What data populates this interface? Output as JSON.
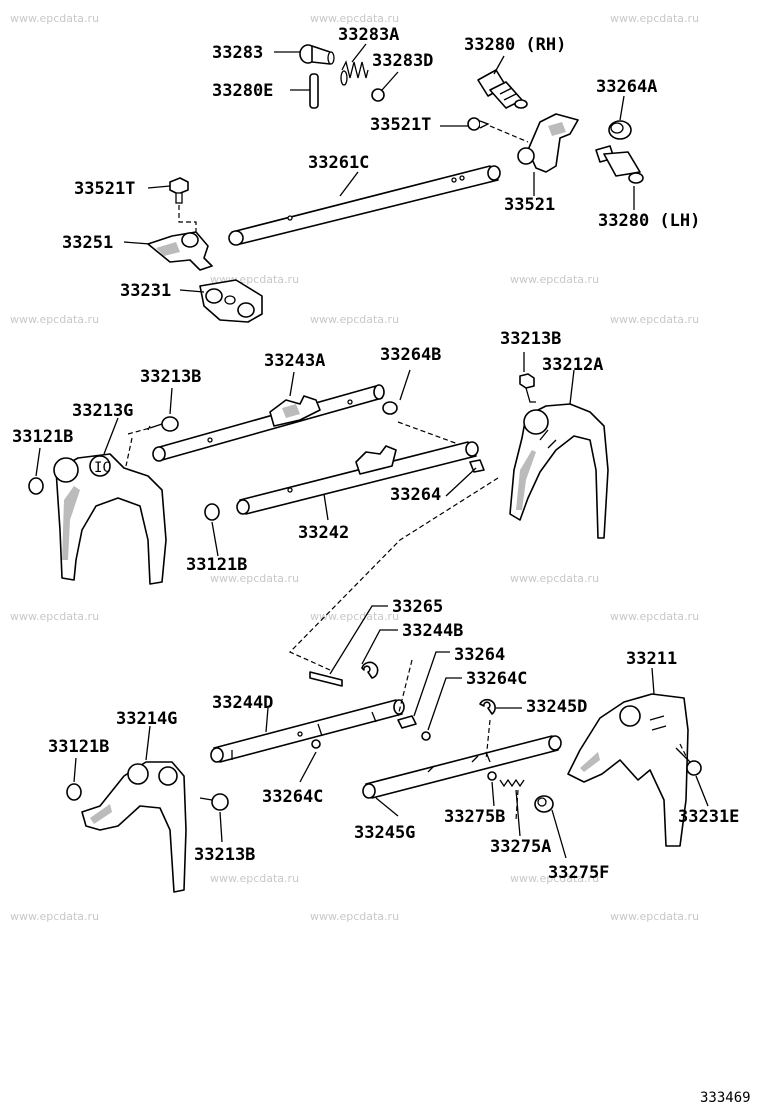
{
  "watermark": "www.epcdata.ru",
  "diagram_id": "333469",
  "labels": {
    "p33283": "33283",
    "p33283A": "33283A",
    "p33283D": "33283D",
    "p33280E": "33280E",
    "p33280RH": "33280 (RH)",
    "p33264A": "33264A",
    "p33521T_top": "33521T",
    "p33261C": "33261C",
    "p33521": "33521",
    "p33280LH": "33280 (LH)",
    "p33521T_left": "33521T",
    "p33251": "33251",
    "p33231": "33231",
    "p33213B_top_right": "33213B",
    "p33243A": "33243A",
    "p33264B": "33264B",
    "p33212A": "33212A",
    "p33213B_mid": "33213B",
    "p33213G": "33213G",
    "p33121B_left": "33121B",
    "p33264_mid": "33264",
    "p33242": "33242",
    "p33121B_mid": "33121B",
    "p33265": "33265",
    "p33244B": "33244B",
    "p33264_low": "33264",
    "p33211": "33211",
    "p33264C_upper": "33264C",
    "p33244D": "33244D",
    "p33245D": "33245D",
    "p33214G": "33214G",
    "p33121B_low": "33121B",
    "p33264C_lower": "33264C",
    "p33231E": "33231E",
    "p33275B": "33275B",
    "p33245G": "33245G",
    "p33213B_low": "33213B",
    "p33275A": "33275A",
    "p33275F": "33275F"
  }
}
